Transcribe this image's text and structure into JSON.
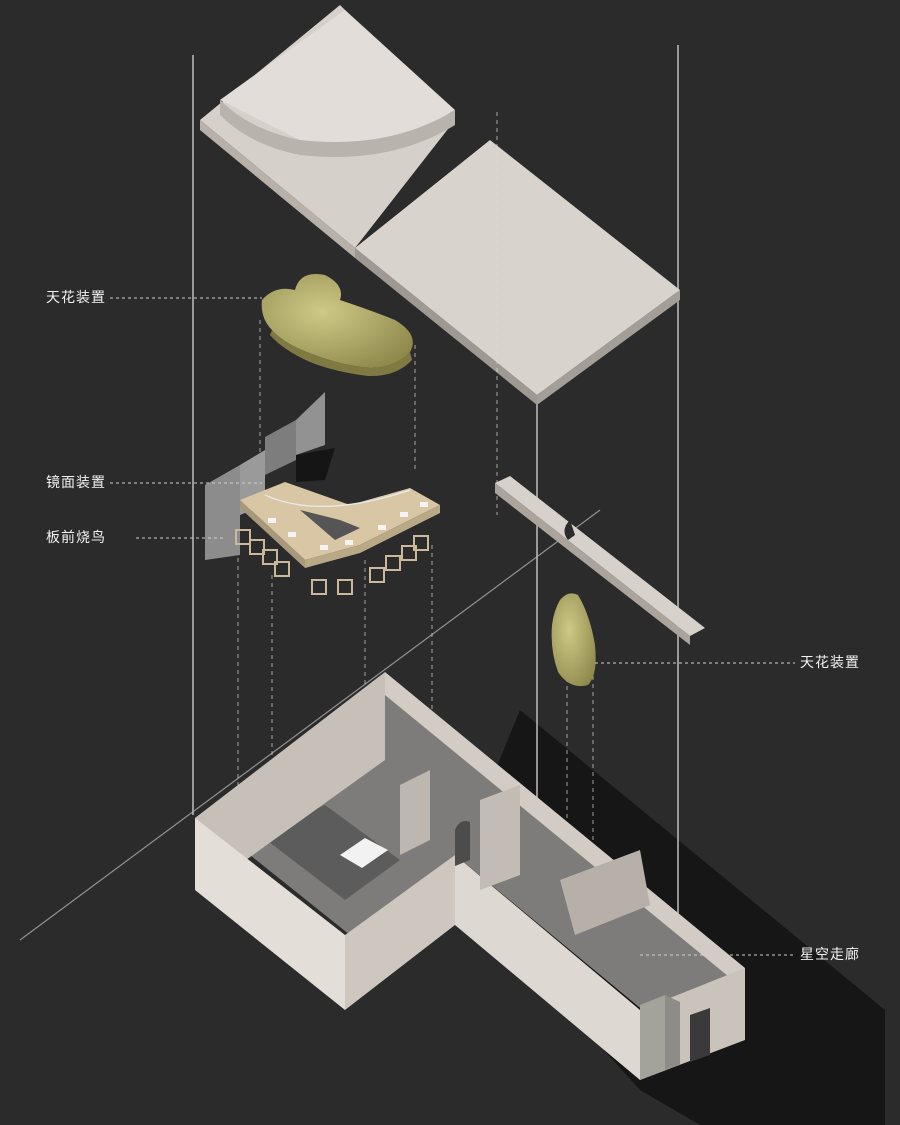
{
  "annotations": {
    "ceiling_installation_upper": "天花装置",
    "mirror_installation": "镜面装置",
    "teppan_yakitori": "板前烧鸟",
    "ceiling_installation_lower": "天花装置",
    "starry_corridor": "星空走廊"
  },
  "colors": {
    "background": "#2b2b2b",
    "wall_light": "#d8d2cc",
    "wall_mid": "#c4beb7",
    "wall_dark": "#a9a39c",
    "stone": "#b9b36e",
    "counter_wood": "#d7c3a0",
    "guide_line": "#cfcfcf"
  }
}
